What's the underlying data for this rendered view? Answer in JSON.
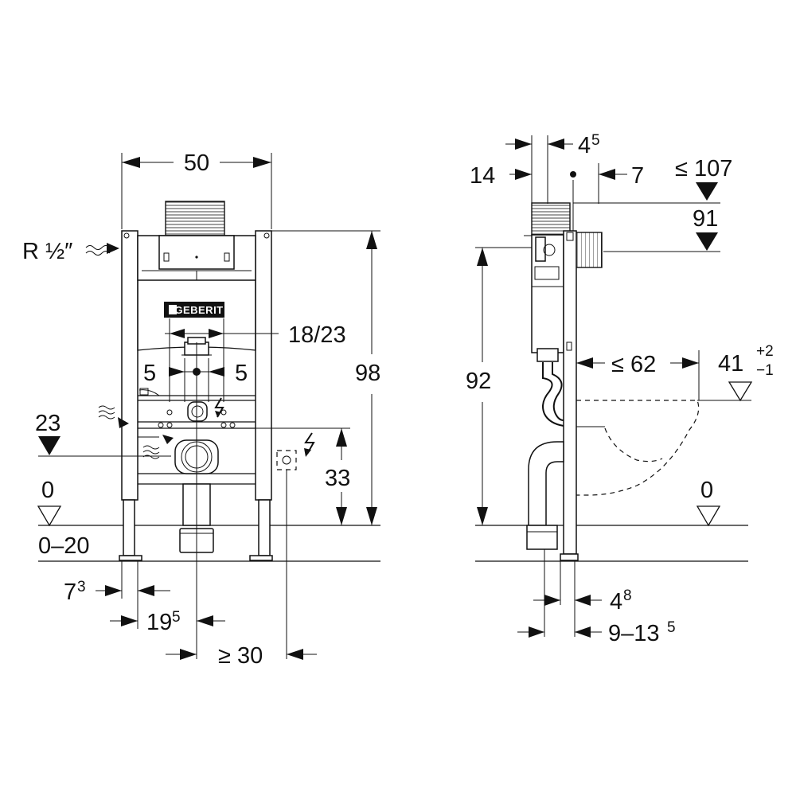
{
  "brand": "GEBERIT",
  "front_view": {
    "width_label": "50",
    "pipe_label": "R ½″",
    "flush_label": "18/23",
    "spacing_left": "5",
    "spacing_right": "5",
    "height_label": "98",
    "level_23": "23",
    "level_33": "33",
    "level_0": "0",
    "floor_range": "0–20",
    "offset_7": "7",
    "offset_7_sup": "3",
    "offset_19": "19",
    "offset_19_sup": "5",
    "min_30": "≥ 30"
  },
  "side_view": {
    "dim_14": "14",
    "dim_4": "4",
    "dim_4_sup": "5",
    "dim_7": "7",
    "max_107": "≤ 107",
    "dim_91": "91",
    "height_92": "92",
    "max_62": "≤ 62",
    "dim_41": "41",
    "dim_41_plus": "+2",
    "dim_41_minus": "−1",
    "level_0": "0",
    "dim_48": "4",
    "dim_48_sup": "8",
    "dim_9_13": "9–13",
    "dim_9_13_sup": "5"
  }
}
